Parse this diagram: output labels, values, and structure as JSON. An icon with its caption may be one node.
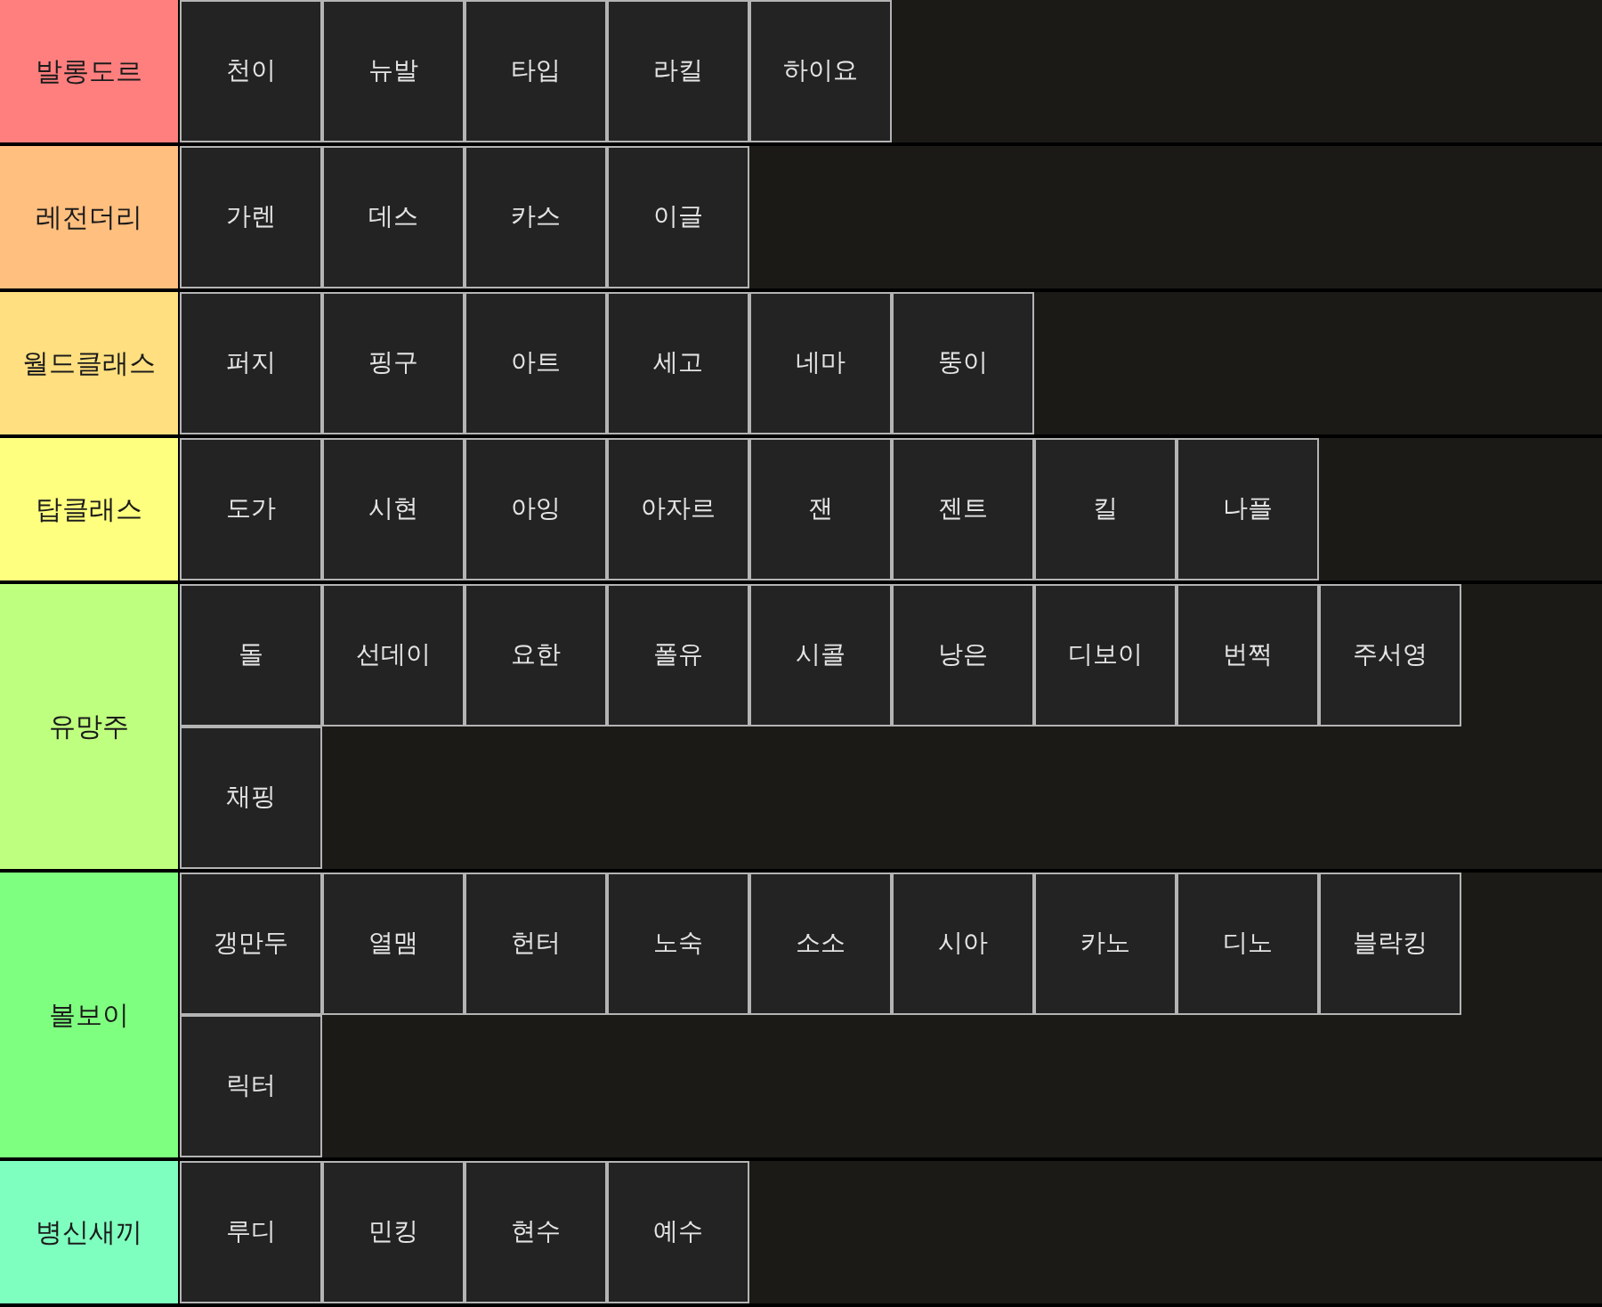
{
  "diagram": {
    "nodes": [
      {
        "text": [
          "발롱도르"
        ]
      },
      {
        "text": [
          "천이"
        ]
      },
      {
        "text": [
          "뉴발"
        ]
      },
      {
        "text": [
          "타입"
        ]
      },
      {
        "text": [
          "라킬"
        ]
      },
      {
        "text": [
          "하이요"
        ]
      },
      {
        "text": [
          "레전더리"
        ]
      },
      {
        "text": [
          "가렌"
        ]
      },
      {
        "text": [
          "데스"
        ]
      },
      {
        "text": [
          "카스"
        ]
      },
      {
        "text": [
          "이글"
        ]
      },
      {
        "text": [
          "월드클래스"
        ]
      },
      {
        "text": [
          "퍼지"
        ]
      },
      {
        "text": [
          "핑구"
        ]
      },
      {
        "text": [
          "아트"
        ]
      },
      {
        "text": [
          "세고"
        ]
      },
      {
        "text": [
          "네마"
        ]
      },
      {
        "text": [
          "뚱이"
        ]
      },
      {
        "text": [
          "탑클래스"
        ]
      },
      {
        "text": [
          "도가"
        ]
      },
      {
        "text": [
          "시현"
        ]
      },
      {
        "text": [
          "아잉"
        ]
      },
      {
        "text": [
          "아자르"
        ]
      },
      {
        "text": [
          "잰"
        ]
      },
      {
        "text": [
          "젠트"
        ]
      },
      {
        "text": [
          "킬"
        ]
      },
      {
        "text": [
          "나플"
        ]
      },
      {
        "text": [
          "유망주"
        ]
      },
      {
        "text": [
          "돌"
        ]
      },
      {
        "text": [
          "선데이"
        ]
      },
      {
        "text": [
          "요한"
        ]
      },
      {
        "text": [
          "폴유"
        ]
      },
      {
        "text": [
          "시콜"
        ]
      },
      {
        "text": [
          "낭은"
        ]
      },
      {
        "text": [
          "디보이"
        ]
      },
      {
        "text": [
          "번쩍"
        ]
      },
      {
        "text": [
          "주서영"
        ]
      },
      {
        "text": [
          "채핑"
        ]
      },
      {
        "text": [
          "볼보이"
        ]
      },
      {
        "text": [
          "갱만두"
        ]
      },
      {
        "text": [
          "열맴"
        ]
      },
      {
        "text": [
          "헌터"
        ]
      },
      {
        "text": [
          "노숙"
        ]
      },
      {
        "text": [
          "소소"
        ]
      },
      {
        "text": [
          "시아"
        ]
      },
      {
        "text": [
          "카노"
        ]
      },
      {
        "text": [
          "디노"
        ]
      },
      {
        "text": [
          "블락킹"
        ]
      },
      {
        "text": [
          "릭터"
        ]
      },
      {
        "text": [
          "병신새끼"
        ]
      },
      {
        "text": [
          "루디"
        ]
      },
      {
        "text": [
          "민킹"
        ]
      },
      {
        "text": [
          "현수"
        ]
      },
      {
        "text": [
          "예수"
        ]
      }
    ]
  }
}
